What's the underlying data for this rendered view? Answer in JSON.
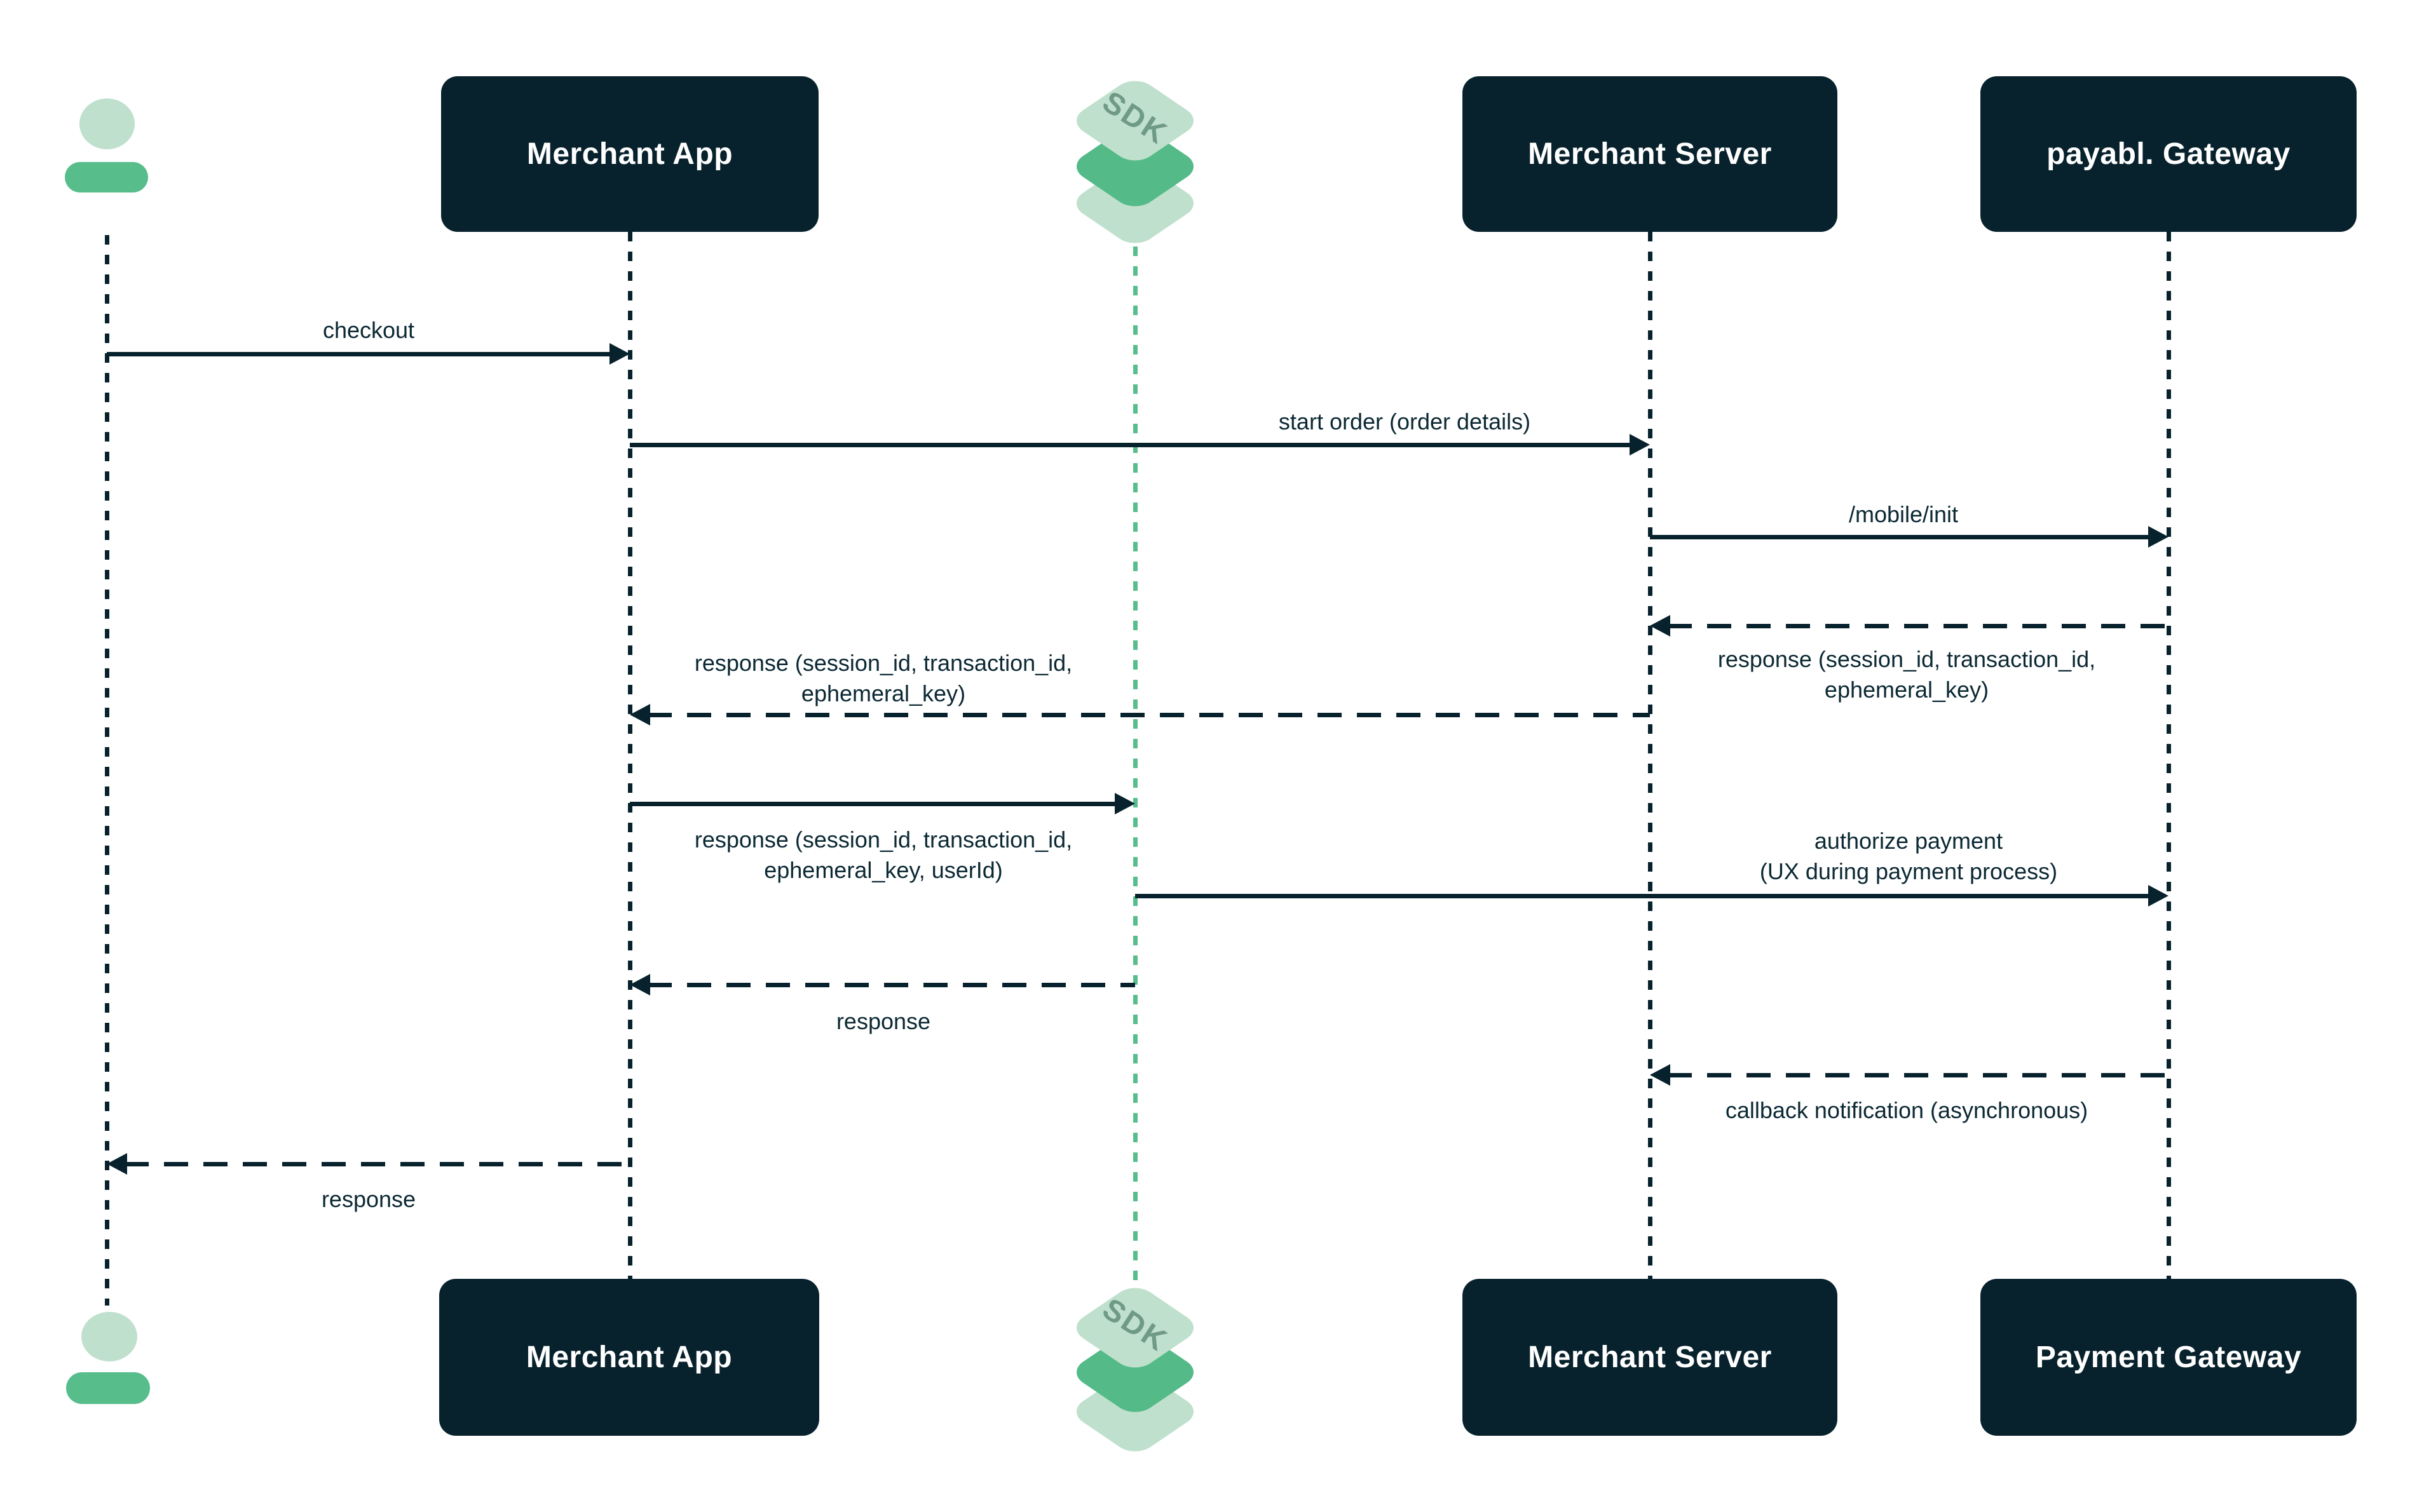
{
  "palette": {
    "dark_teal": "#08222d",
    "green_mid": "#53ba88",
    "green_light": "#bfe0cd",
    "sdk_text": "#6f9a86",
    "background": "#ffffff"
  },
  "actors": {
    "merchant_app_top": "Merchant App",
    "sdk_top": "SDK",
    "merchant_server_top": "Merchant Server",
    "gateway_top": "payabl. Gateway",
    "merchant_app_bottom": "Merchant App",
    "sdk_bottom": "SDK",
    "merchant_server_bottom": "Merchant Server",
    "gateway_bottom": "Payment Gateway"
  },
  "messages": [
    {
      "from": "User",
      "to": "Merchant App",
      "type": "solid",
      "label": "checkout"
    },
    {
      "from": "Merchant App",
      "to": "Merchant Server",
      "type": "solid",
      "label": "start order (order details)"
    },
    {
      "from": "Merchant Server",
      "to": "payabl. Gateway",
      "type": "solid",
      "label": "/mobile/init"
    },
    {
      "from": "payabl. Gateway",
      "to": "Merchant Server",
      "type": "dashed",
      "label": "response (session_id, transaction_id,\nephemeral_key)"
    },
    {
      "from": "Merchant Server",
      "to": "Merchant App",
      "type": "dashed",
      "label": "response (session_id, transaction_id,\nephemeral_key)"
    },
    {
      "from": "Merchant App",
      "to": "SDK",
      "type": "solid",
      "label": "response (session_id, transaction_id,\nephemeral_key, userId)"
    },
    {
      "from": "SDK",
      "to": "payabl. Gateway",
      "type": "solid",
      "label": "authorize payment\n(UX during payment process)"
    },
    {
      "from": "SDK",
      "to": "Merchant App",
      "type": "dashed",
      "label": "response"
    },
    {
      "from": "payabl. Gateway",
      "to": "Merchant Server",
      "type": "dashed",
      "label": "callback notification (asynchronous)"
    },
    {
      "from": "Merchant App",
      "to": "User",
      "type": "dashed",
      "label": "response"
    }
  ]
}
